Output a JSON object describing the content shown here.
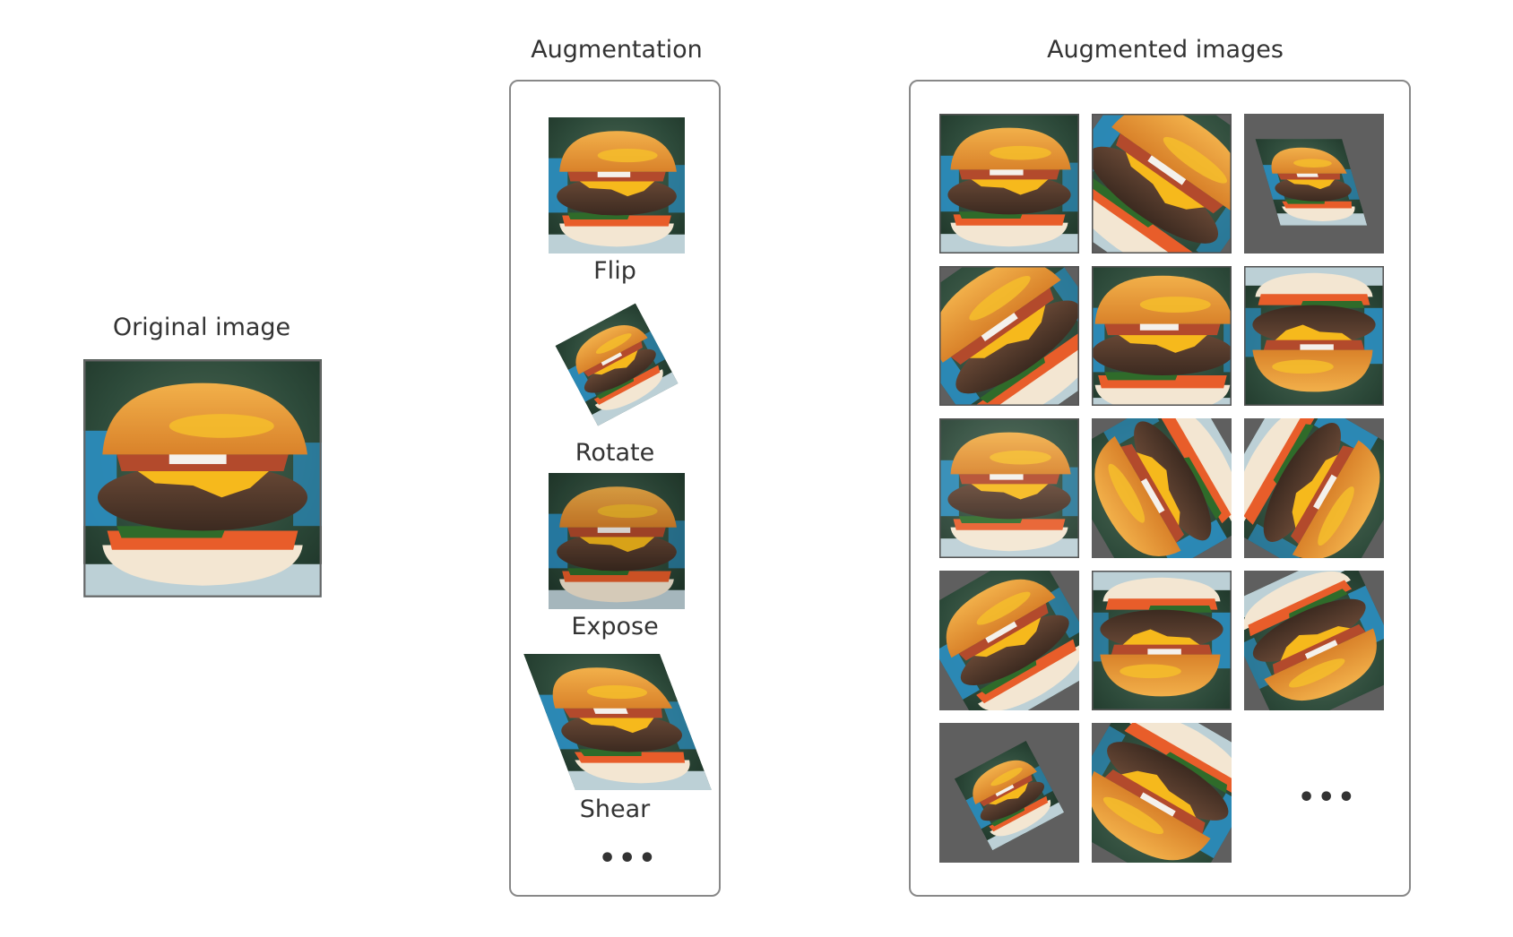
{
  "original": {
    "title": "Original image"
  },
  "augmentation": {
    "title": "Augmentation",
    "items": [
      {
        "label": "Flip"
      },
      {
        "label": "Rotate"
      },
      {
        "label": "Expose"
      },
      {
        "label": "Shear"
      }
    ],
    "more": "•••"
  },
  "augmented": {
    "title": "Augmented images",
    "more": "•••"
  },
  "colors": {
    "gray_fill": "#5f5f5f",
    "panel_border": "#888888"
  }
}
